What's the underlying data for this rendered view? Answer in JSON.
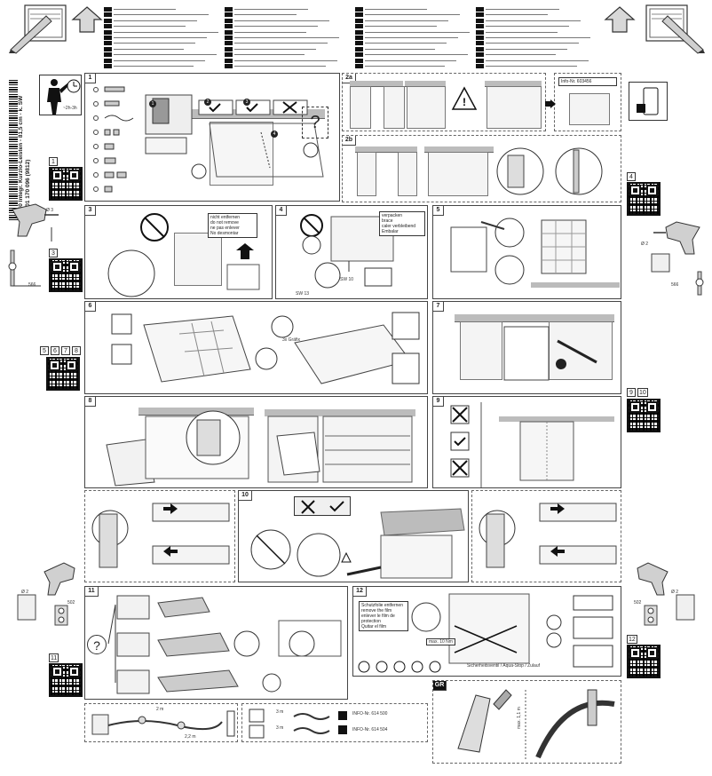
{
  "document": {
    "side_title": "640 Integr. Kurzlo-Leisten - 81,5 cm - k. SW",
    "part_number": "9001 170 096 (9812)",
    "header_time": "~2h-3h"
  },
  "qr_labels": {
    "q1": "1",
    "q3": "3",
    "q4": "4",
    "q5678": [
      "5",
      "6",
      "7",
      "8"
    ],
    "q910": [
      "9",
      "10"
    ],
    "q11": "11",
    "q12": "12"
  },
  "panels": {
    "p1": "1",
    "p2a": "2a",
    "p2b": "2b",
    "p3": "3",
    "p4": "4",
    "p5": "5",
    "p6": "6",
    "p7": "7",
    "p8": "8",
    "p9": "9",
    "p10": "10",
    "p11": "11",
    "p12": "12",
    "gr": "GR"
  },
  "callouts": {
    "p2a_info": "Info-Nr. 603456",
    "p3_warn": [
      "nicht entfernen",
      "do not remove",
      "ne pas enlever",
      "No desmontar"
    ],
    "p4_warn": [
      "verpacken",
      "brace",
      "caler verbleibend",
      "Embalar"
    ],
    "p4_screw": "SW 10",
    "p4_screw2": "SW 13",
    "p6_hint": "3x Gräfix",
    "p12_warn": [
      "Schutzfolie entfernen",
      "remove the film",
      "enlever le film de protection",
      "Quitar el film"
    ],
    "p12_max": "max. 10 Nm",
    "p12_bottom": "Sicherheitsventil / Aqua-Stop / Zulauf",
    "water_label_1": "INFO-Nr. 614 500",
    "water_label_2": "INFO-Nr. 614 504",
    "dims": {
      "d566_left": "566",
      "d566_right": "566",
      "d502_left": "502",
      "d502_right": "502",
      "d_max": "max. 1,1 m",
      "d_2m": "2 m",
      "d_3m": "3 m",
      "d_22m": "2,2 m"
    },
    "drill_phi": "Ø 3",
    "drill_phi2": "Ø 2"
  },
  "colors": {
    "ink": "#222222",
    "counter": "#bcbcbc",
    "panel_border": "#444444"
  }
}
